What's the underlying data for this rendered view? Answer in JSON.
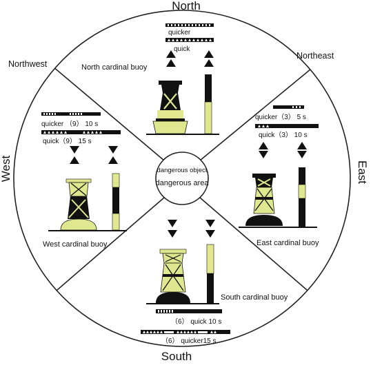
{
  "colors": {
    "buoy_yellow": "#dfe88f",
    "buoy_black": "#111111",
    "line": "#222222",
    "background": "#ffffff"
  },
  "directions": {
    "north": "North",
    "northeast": "Northeast",
    "east": "East",
    "south": "South",
    "west": "West",
    "northwest": "Northwest"
  },
  "center": {
    "line1": "dangerous object",
    "line2": "dangerous area"
  },
  "buoys": {
    "north": {
      "label": "North cardinal buoy",
      "topmark": "two-cones-pointing-up",
      "light_quicker": "quicker",
      "light_quick": "quick"
    },
    "east": {
      "label": "East cardinal buoy",
      "topmark": "two-cones-base-to-base",
      "light_quicker": "quicker（3） 5 s",
      "light_quick": "quick（3） 10 s"
    },
    "south": {
      "label": "South cardinal buoy",
      "topmark": "two-cones-pointing-down",
      "light_quick": "（6） quick 10 s",
      "light_quicker": "（6） quicker15 s"
    },
    "west": {
      "label": "West cardinal buoy",
      "topmark": "two-cones-point-to-point",
      "light_quicker": "quicker （9） 10 s",
      "light_quick": "quick（9） 15 s"
    }
  }
}
